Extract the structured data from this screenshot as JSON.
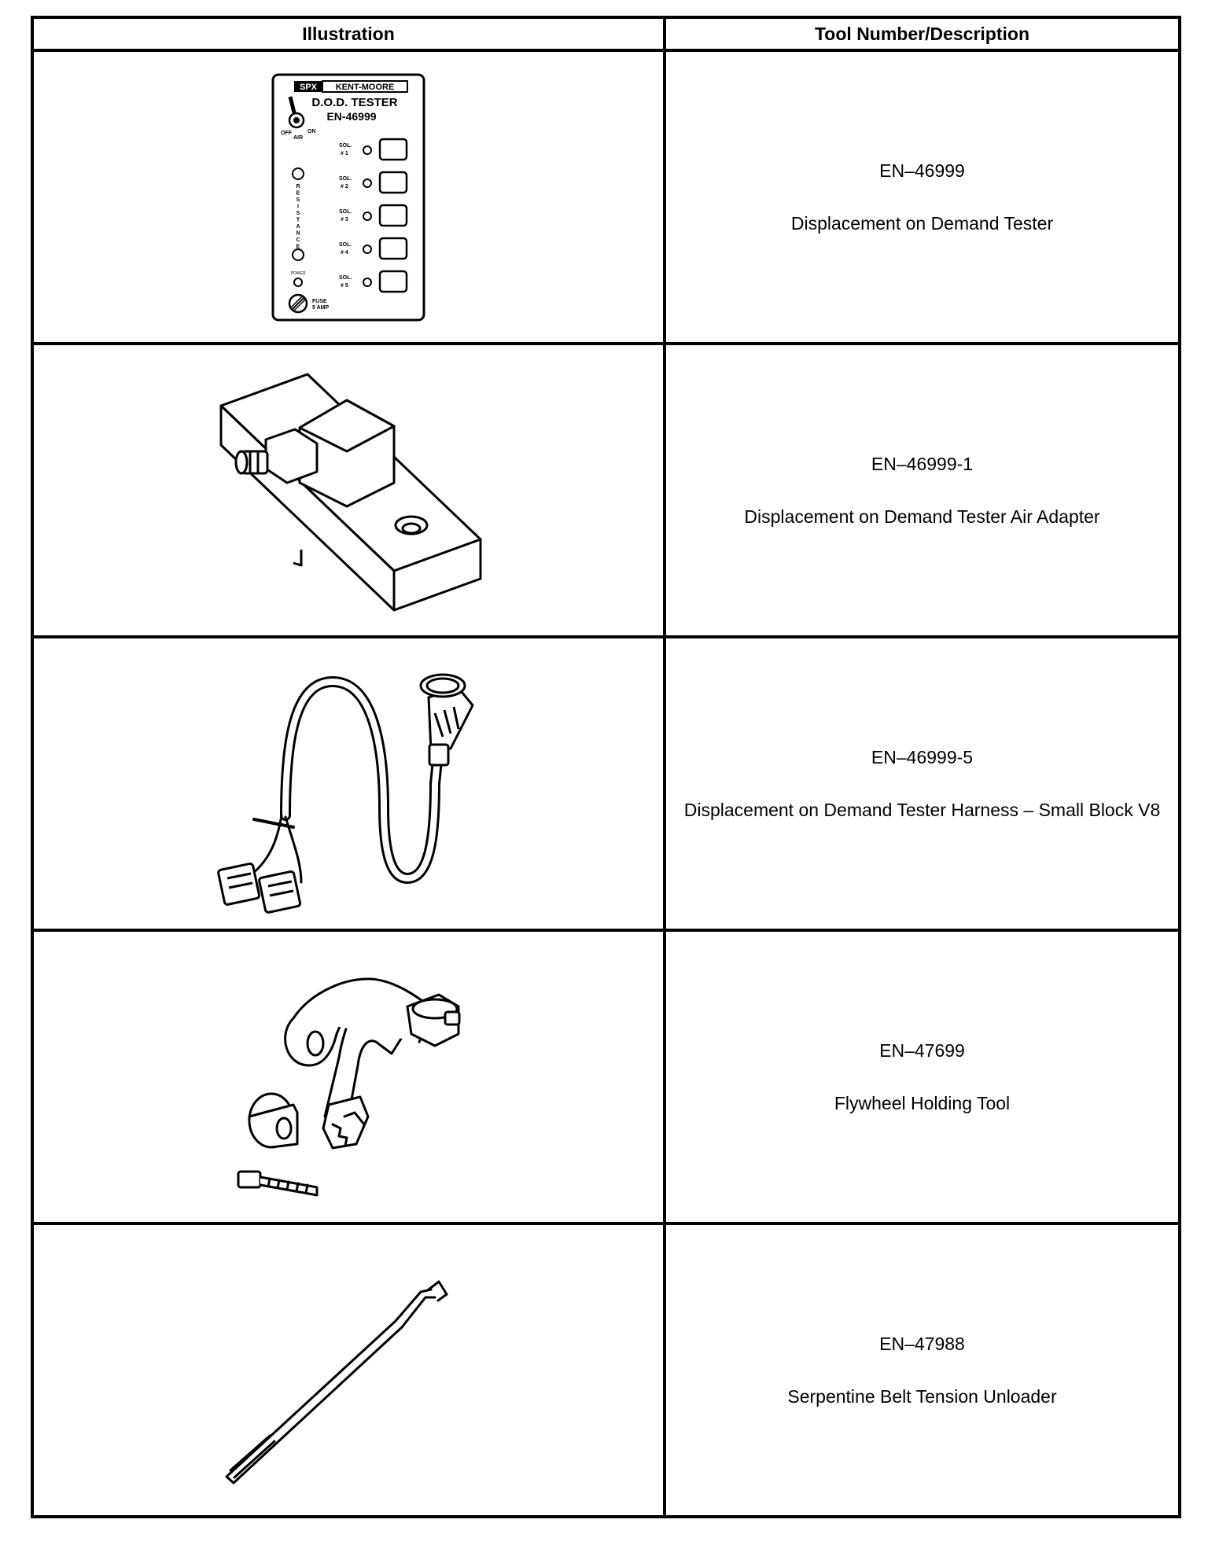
{
  "headers": {
    "illustration": "Illustration",
    "tool": "Tool Number/Description"
  },
  "tester_panel": {
    "brand_left": "SPX",
    "brand_right": "KENT-MOORE",
    "title": "D.O.D. TESTER",
    "model": "EN-46999",
    "switch_off": "OFF",
    "switch_on": "ON",
    "switch_air": "AIR",
    "sol_label": "SOL.",
    "sol_numbers": [
      "# 1",
      "# 2",
      "# 3",
      "# 4",
      "# 5"
    ],
    "resistance": [
      "R",
      "E",
      "S",
      "I",
      "S",
      "T",
      "A",
      "N",
      "C",
      "E"
    ],
    "power": "POWER",
    "fuse": "FUSE",
    "fuse_amp": "5 AMP"
  },
  "rows": [
    {
      "number": "EN–46999",
      "description": "Displacement on Demand Tester"
    },
    {
      "number": "EN–46999-1",
      "description": "Displacement on Demand Tester Air Adapter"
    },
    {
      "number": "EN–46999-5",
      "description": "Displacement on Demand Tester Harness – Small Block V8"
    },
    {
      "number": "EN–47699",
      "description": "Flywheel Holding Tool"
    },
    {
      "number": "EN–47988",
      "description": "Serpentine Belt Tension Unloader"
    }
  ]
}
